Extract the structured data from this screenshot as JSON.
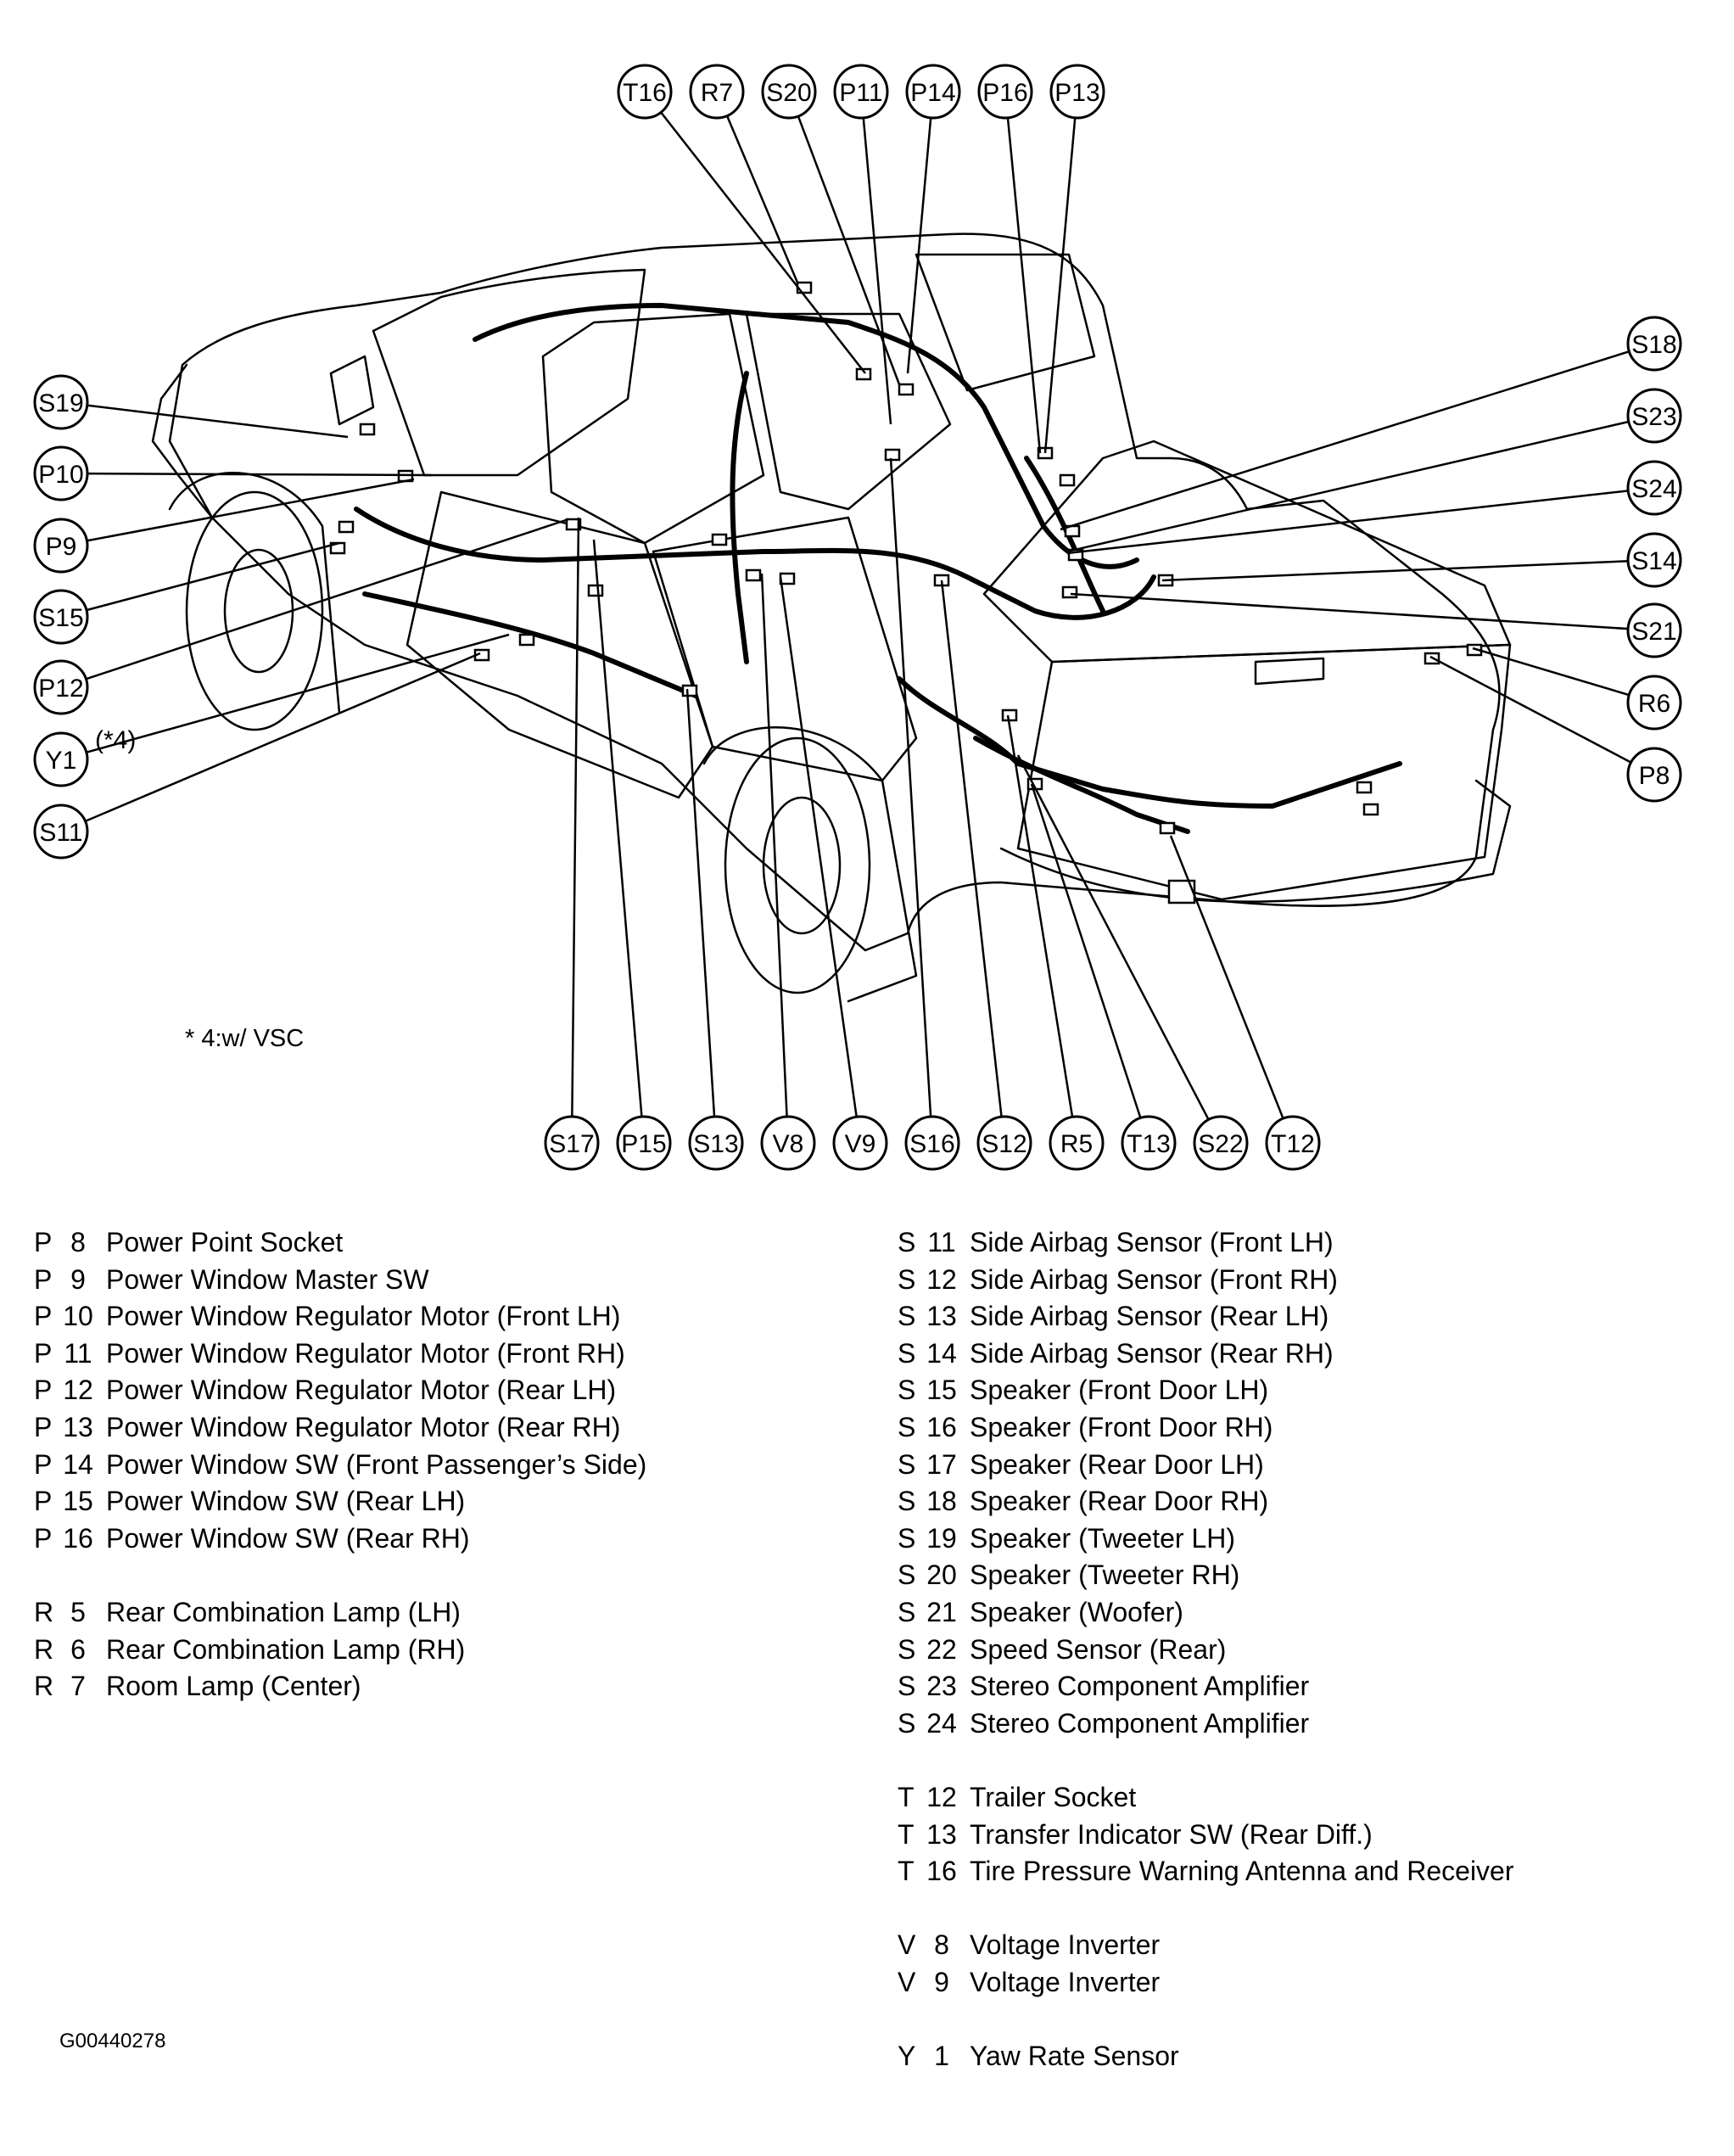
{
  "callouts": {
    "top": [
      "T16",
      "R7",
      "S20",
      "P11",
      "P14",
      "P16",
      "P13"
    ],
    "left": [
      "S19",
      "P10",
      "P9",
      "S15",
      "P12",
      "Y1",
      "S11"
    ],
    "right": [
      "S18",
      "S23",
      "S24",
      "S14",
      "S21",
      "R6",
      "P8"
    ],
    "bottom": [
      "S17",
      "P15",
      "S13",
      "V8",
      "V9",
      "S16",
      "S12",
      "R5",
      "T13",
      "S22",
      "T12"
    ]
  },
  "y1_note": "(*4)",
  "footnote": "* 4:w/ VSC",
  "legend_left": [
    {
      "letter": "P",
      "num": "8",
      "desc": "Power Point Socket"
    },
    {
      "letter": "P",
      "num": "9",
      "desc": "Power Window Master SW"
    },
    {
      "letter": "P",
      "num": "10",
      "desc": "Power Window Regulator Motor (Front LH)"
    },
    {
      "letter": "P",
      "num": "11",
      "desc": "Power Window Regulator Motor (Front RH)"
    },
    {
      "letter": "P",
      "num": "12",
      "desc": "Power Window Regulator Motor (Rear LH)"
    },
    {
      "letter": "P",
      "num": "13",
      "desc": "Power Window Regulator Motor (Rear RH)"
    },
    {
      "letter": "P",
      "num": "14",
      "desc": "Power Window SW (Front Passenger’s Side)"
    },
    {
      "letter": "P",
      "num": "15",
      "desc": "Power Window SW (Rear LH)"
    },
    {
      "letter": "P",
      "num": "16",
      "desc": "Power Window SW (Rear RH)"
    },
    null,
    {
      "letter": "R",
      "num": "5",
      "desc": "Rear Combination Lamp (LH)"
    },
    {
      "letter": "R",
      "num": "6",
      "desc": "Rear Combination Lamp (RH)"
    },
    {
      "letter": "R",
      "num": "7",
      "desc": "Room Lamp (Center)"
    }
  ],
  "legend_right": [
    {
      "letter": "S",
      "num": "11",
      "desc": "Side Airbag Sensor (Front LH)"
    },
    {
      "letter": "S",
      "num": "12",
      "desc": "Side Airbag Sensor (Front RH)"
    },
    {
      "letter": "S",
      "num": "13",
      "desc": "Side Airbag Sensor (Rear LH)"
    },
    {
      "letter": "S",
      "num": "14",
      "desc": "Side Airbag Sensor (Rear RH)"
    },
    {
      "letter": "S",
      "num": "15",
      "desc": "Speaker (Front Door LH)"
    },
    {
      "letter": "S",
      "num": "16",
      "desc": "Speaker (Front Door RH)"
    },
    {
      "letter": "S",
      "num": "17",
      "desc": "Speaker (Rear Door LH)"
    },
    {
      "letter": "S",
      "num": "18",
      "desc": "Speaker (Rear Door RH)"
    },
    {
      "letter": "S",
      "num": "19",
      "desc": "Speaker (Tweeter LH)"
    },
    {
      "letter": "S",
      "num": "20",
      "desc": "Speaker (Tweeter RH)"
    },
    {
      "letter": "S",
      "num": "21",
      "desc": "Speaker (Woofer)"
    },
    {
      "letter": "S",
      "num": "22",
      "desc": "Speed Sensor (Rear)"
    },
    {
      "letter": "S",
      "num": "23",
      "desc": "Stereo Component Amplifier"
    },
    {
      "letter": "S",
      "num": "24",
      "desc": "Stereo Component Amplifier"
    },
    null,
    {
      "letter": "T",
      "num": "12",
      "desc": "Trailer Socket"
    },
    {
      "letter": "T",
      "num": "13",
      "desc": "Transfer Indicator SW (Rear Diff.)"
    },
    {
      "letter": "T",
      "num": "16",
      "desc": "Tire Pressure Warning Antenna and Receiver"
    },
    null,
    {
      "letter": "V",
      "num": "8",
      "desc": "Voltage Inverter"
    },
    {
      "letter": "V",
      "num": "9",
      "desc": "Voltage Inverter"
    },
    null,
    {
      "letter": "Y",
      "num": "1",
      "desc": "Yaw Rate Sensor"
    }
  ],
  "figure_code": "G00440278"
}
